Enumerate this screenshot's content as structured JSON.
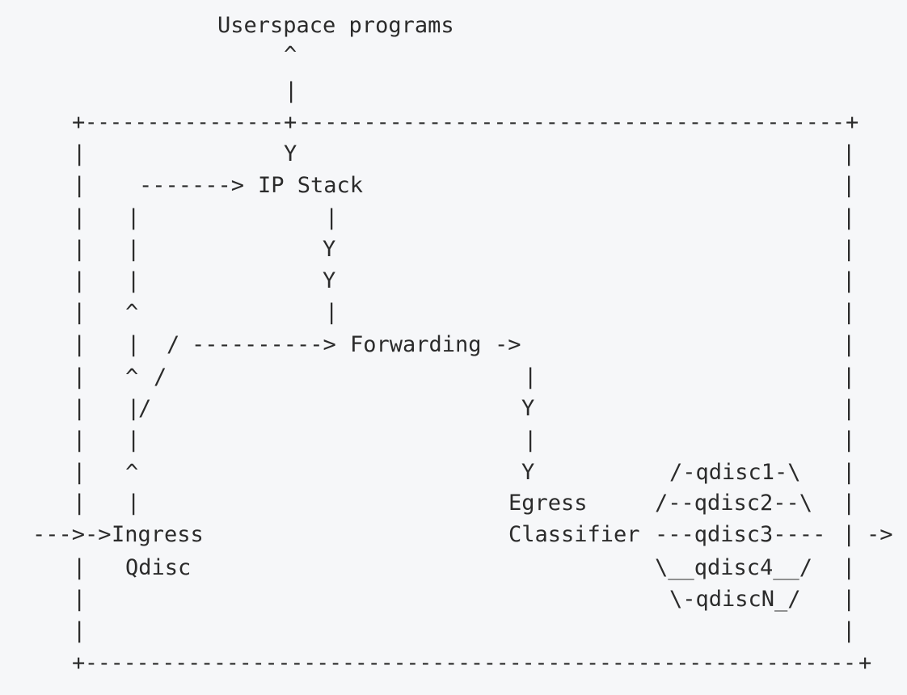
{
  "diagram": {
    "labels": {
      "userspace": "Userspace programs",
      "ip_stack": "IP Stack",
      "forwarding": "Forwarding",
      "ingress": "Ingress",
      "qdisc": "Qdisc",
      "egress": "Egress",
      "classifier": "Classifier",
      "qdisc1": "qdisc1",
      "qdisc2": "qdisc2",
      "qdisc3": "qdisc3",
      "qdisc4": "qdisc4",
      "qdiscN": "qdiscN"
    },
    "glyphs": {
      "up_arrow": "^",
      "down_arrow": "Y",
      "vertical_bar": "|",
      "slash": "/",
      "backslash": "\\",
      "underscore": "_",
      "corner": "+",
      "dash": "-",
      "right_arrow": "->",
      "dashed_arrow": "------->",
      "long_arrow": "---------->",
      "input_arrow": "--->->"
    },
    "qdisc_prefixes": {
      "q1": "/-",
      "q2": "/--",
      "q3": "---",
      "q4": "\\__",
      "qN": "\\-"
    },
    "qdisc_suffixes": {
      "q1": "-\\",
      "q2": "--\\",
      "q3": "----",
      "q4": "__/",
      "qN": "_/"
    }
  }
}
